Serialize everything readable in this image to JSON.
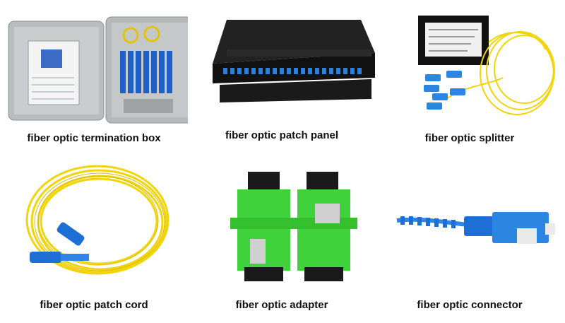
{
  "products": [
    {
      "id": "termination-box",
      "label": "fiber optic termination box"
    },
    {
      "id": "patch-panel",
      "label": "fiber optic patch panel"
    },
    {
      "id": "splitter",
      "label": "fiber optic splitter"
    },
    {
      "id": "patch-cord",
      "label": "fiber optic patch cord"
    },
    {
      "id": "adapter",
      "label": "fiber optic adapter"
    },
    {
      "id": "connector",
      "label": "fiber optic connector"
    }
  ],
  "colors": {
    "fiber_yellow": "#f2d40a",
    "connector_blue": "#1d6fd6",
    "adapter_green": "#3fd23a",
    "panel_black": "#151515",
    "box_gray": "#bfc3c4"
  }
}
